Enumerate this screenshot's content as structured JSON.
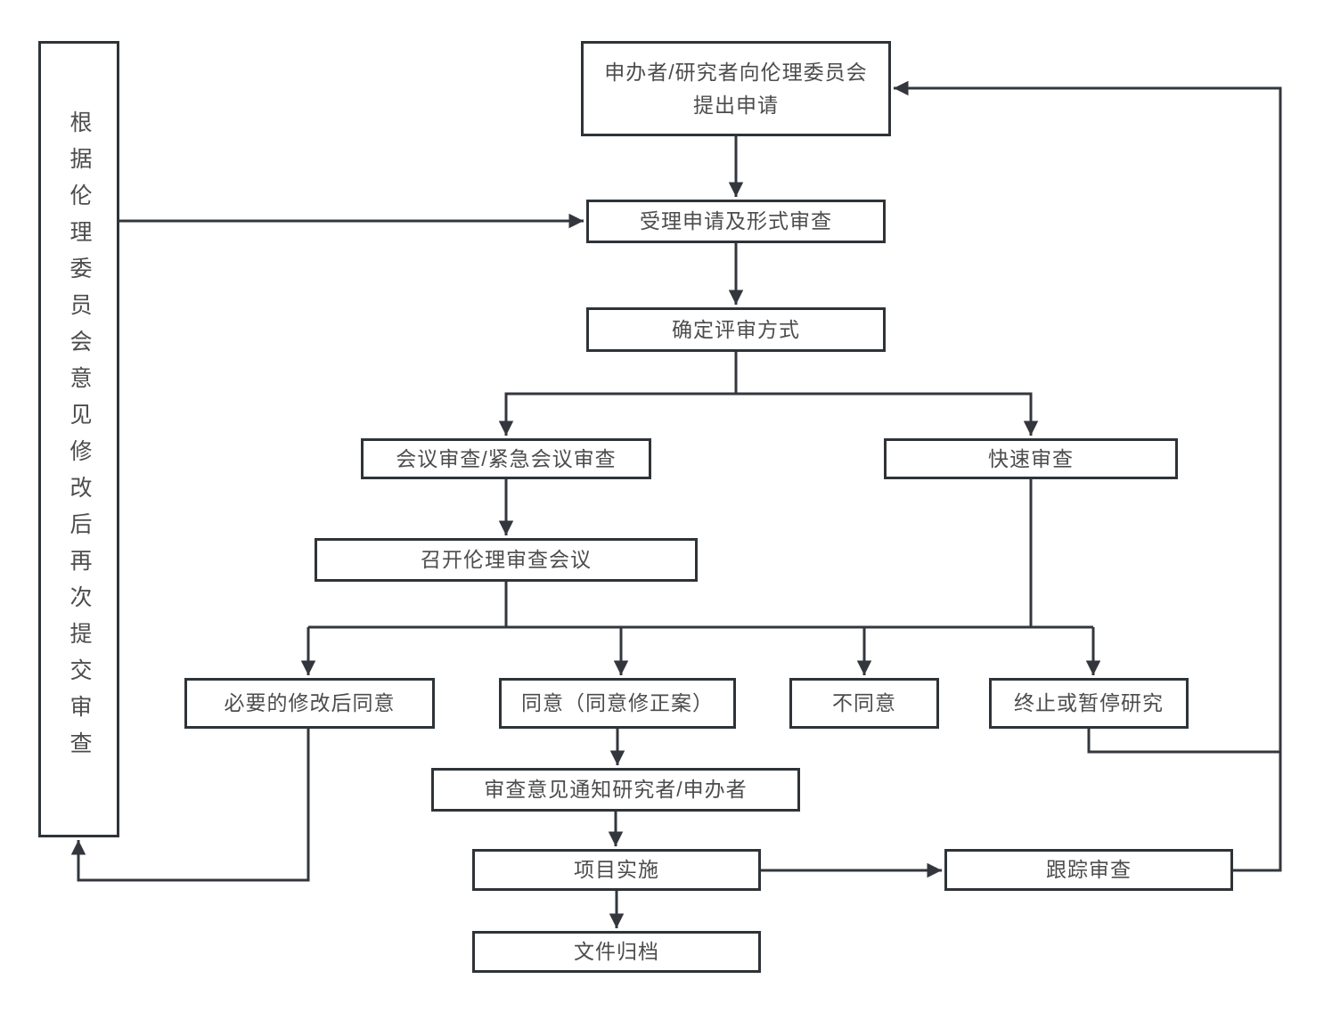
{
  "colors": {
    "background": "#ffffff",
    "box_border": "#2e3338",
    "box_fill": "#ffffff",
    "text": "#4c4c4c",
    "line": "#33373d"
  },
  "nodes": {
    "resubmit_note": {
      "label": "根据伦理委员会意见修改后再次提交审查"
    },
    "apply": {
      "label": "申办者/研究者向伦理委员会提出申请"
    },
    "accept": {
      "label": "受理申请及形式审查"
    },
    "method": {
      "label": "确定评审方式"
    },
    "meeting_review": {
      "label": "会议审查/紧急会议审查"
    },
    "fast_review": {
      "label": "快速审查"
    },
    "hold_meeting": {
      "label": "召开伦理审查会议"
    },
    "approve_after_mod": {
      "label": "必要的修改后同意"
    },
    "approve": {
      "label": "同意（同意修正案）"
    },
    "disapprove": {
      "label": "不同意"
    },
    "terminate": {
      "label": "终止或暂停研究"
    },
    "notify": {
      "label": "审查意见通知研究者/申办者"
    },
    "implement": {
      "label": "项目实施"
    },
    "follow_up": {
      "label": "跟踪审查"
    },
    "archive": {
      "label": "文件归档"
    }
  }
}
